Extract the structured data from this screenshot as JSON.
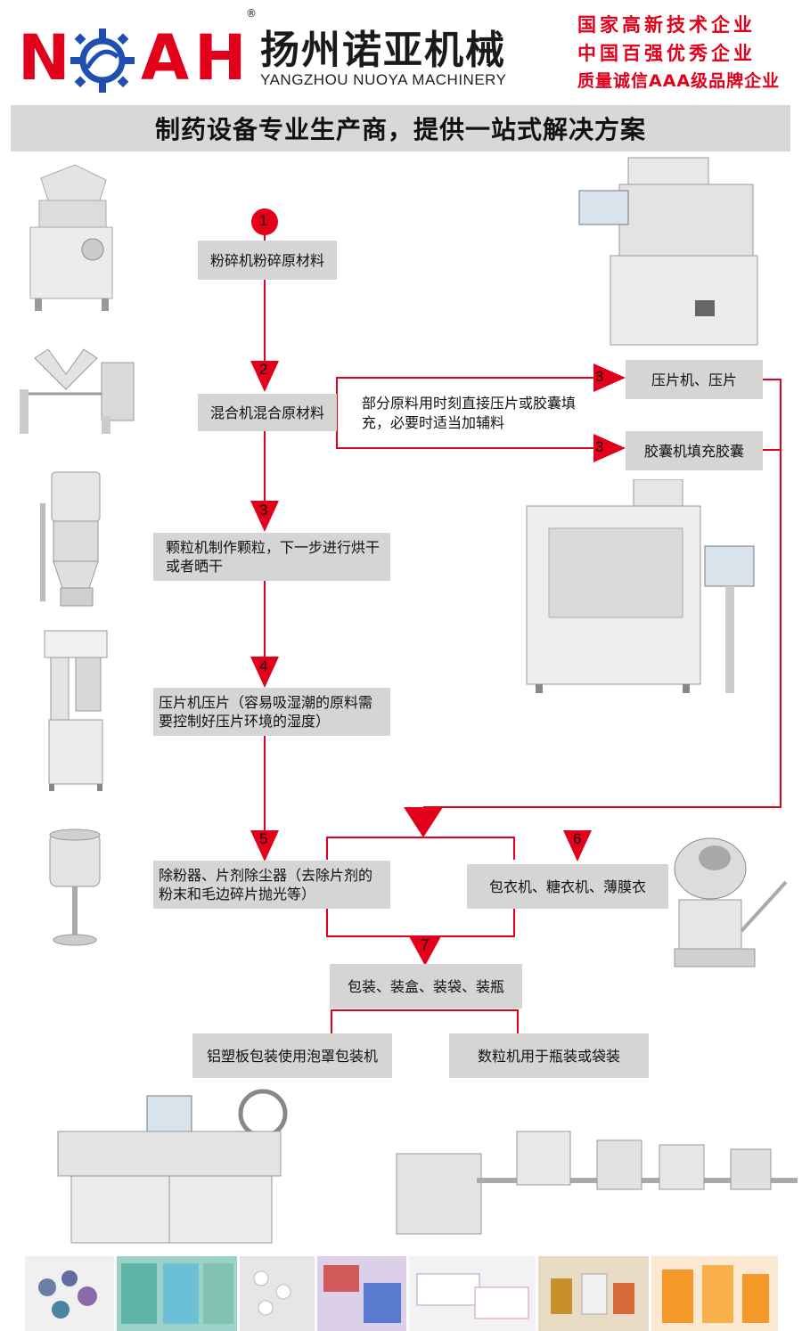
{
  "header": {
    "logo_text": "NOAH",
    "logo_letters": [
      "N",
      "A",
      "H"
    ],
    "registered_mark": "®",
    "company_cn": "扬州诺亚机械",
    "company_en": "YANGZHOU NUOYA MACHINERY",
    "slogans": [
      "国家高新技术企业",
      "中国百强优秀企业",
      "质量诚信AAA级品牌企业"
    ],
    "brand_color": "#e3001b"
  },
  "banner": {
    "title": "制药设备专业生产商，提供一站式解决方案"
  },
  "steps": {
    "s1": {
      "num": "1",
      "label": "粉碎机粉碎原材料"
    },
    "s2": {
      "num": "2",
      "label": "混合机混合原材料"
    },
    "s3": {
      "num": "3",
      "label": "颗粒机制作颗粒，下一步进行烘干或者晒干"
    },
    "s4": {
      "num": "4",
      "label": "压片机压片（容易吸湿潮的原料需要控制好压片环境的湿度）"
    },
    "s5": {
      "num": "5",
      "label": "除粉器、片剂除尘器（去除片剂的粉末和毛边碎片抛光等）"
    },
    "s6": {
      "num": "6",
      "label": "包衣机、糖衣机、薄膜衣"
    },
    "s7": {
      "num": "7",
      "label": "包装、装盒、装袋、装瓶"
    },
    "branch_press": {
      "num": "3",
      "label": "压片机、压片"
    },
    "branch_capsule": {
      "num": "3",
      "label": "胶囊机填充胶囊"
    },
    "branch_note": "部分原料用时刻直接压片或胶囊填充，必要时适当加辅料",
    "blister": {
      "label": "铝塑板包装使用泡罩包装机"
    },
    "counting": {
      "label": "数粒机用于瓶装或袋装"
    }
  },
  "colors": {
    "accent": "#e3001b",
    "box_gray": "#d5d5d5",
    "banner_gray": "#d8d8d8"
  },
  "icons": {
    "logo": "gear-logo-icon",
    "watermark": "noah-watermark"
  }
}
